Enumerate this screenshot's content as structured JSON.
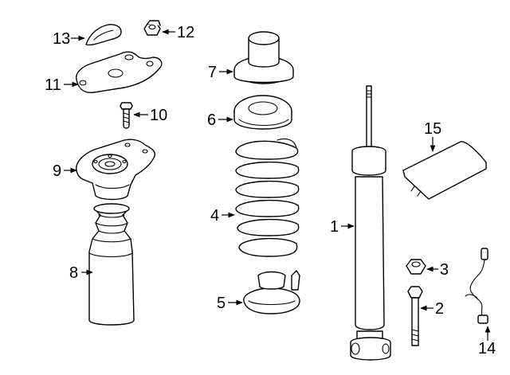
{
  "colors": {
    "line": "#000000",
    "background": "#ffffff"
  },
  "callouts": {
    "c1": "1",
    "c2": "2",
    "c3": "3",
    "c4": "4",
    "c5": "5",
    "c6": "6",
    "c7": "7",
    "c8": "8",
    "c9": "9",
    "c10": "10",
    "c11": "11",
    "c12": "12",
    "c13": "13",
    "c14": "14",
    "c15": "15"
  }
}
